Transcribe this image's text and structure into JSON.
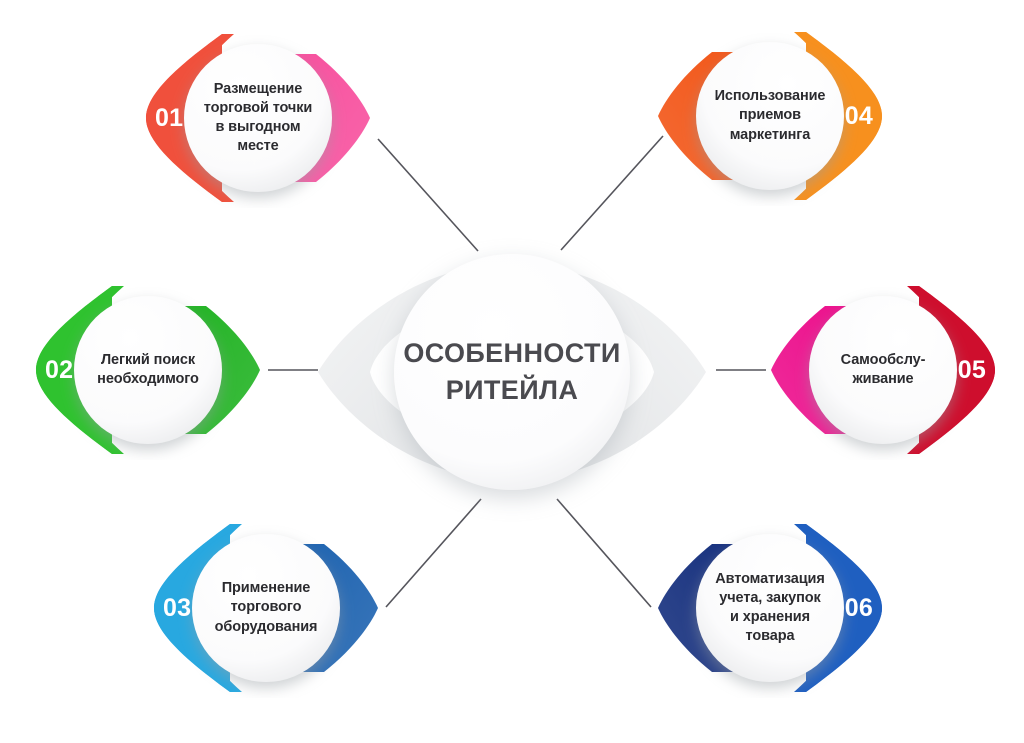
{
  "center": {
    "title_line1": "ОСОБЕННОСТИ",
    "title_line2": "РИТЕЙЛА",
    "text_color": "#4a4a4f",
    "disc_color": "#ffffff",
    "backing_color": "#e8e9ea"
  },
  "nodes": [
    {
      "number": "01",
      "label": "Размещение\nторговой точки\nв выгодном\nместе",
      "crescent_color": "#f0503c",
      "arrow_color": "#f7509e",
      "number_side": "left",
      "name": "node-01"
    },
    {
      "number": "02",
      "label": "Легкий поиск\nнеобходимого",
      "crescent_color": "#2fc22f",
      "arrow_color": "#22b324",
      "number_side": "left",
      "name": "node-02"
    },
    {
      "number": "03",
      "label": "Применение\nторгового\nоборудования",
      "crescent_color": "#28a8e0",
      "arrow_color": "#1e63b0",
      "number_side": "left",
      "name": "node-03"
    },
    {
      "number": "04",
      "label": "Использование\nприемов\nмаркетинга",
      "crescent_color": "#f7901e",
      "arrow_color": "#f25618",
      "number_side": "right",
      "name": "node-04"
    },
    {
      "number": "05",
      "label": "Самообслу-\nживание",
      "crescent_color": "#ce0e2d",
      "arrow_color": "#ec0f8c",
      "number_side": "right",
      "name": "node-05"
    },
    {
      "number": "06",
      "label": "Автоматизация\nучета, закупок\nи хранения\nтовара",
      "crescent_color": "#1f5fc0",
      "arrow_color": "#16307e",
      "number_side": "right",
      "name": "node-06"
    }
  ],
  "connectors": {
    "line_color": "#55555c",
    "count": 6
  }
}
